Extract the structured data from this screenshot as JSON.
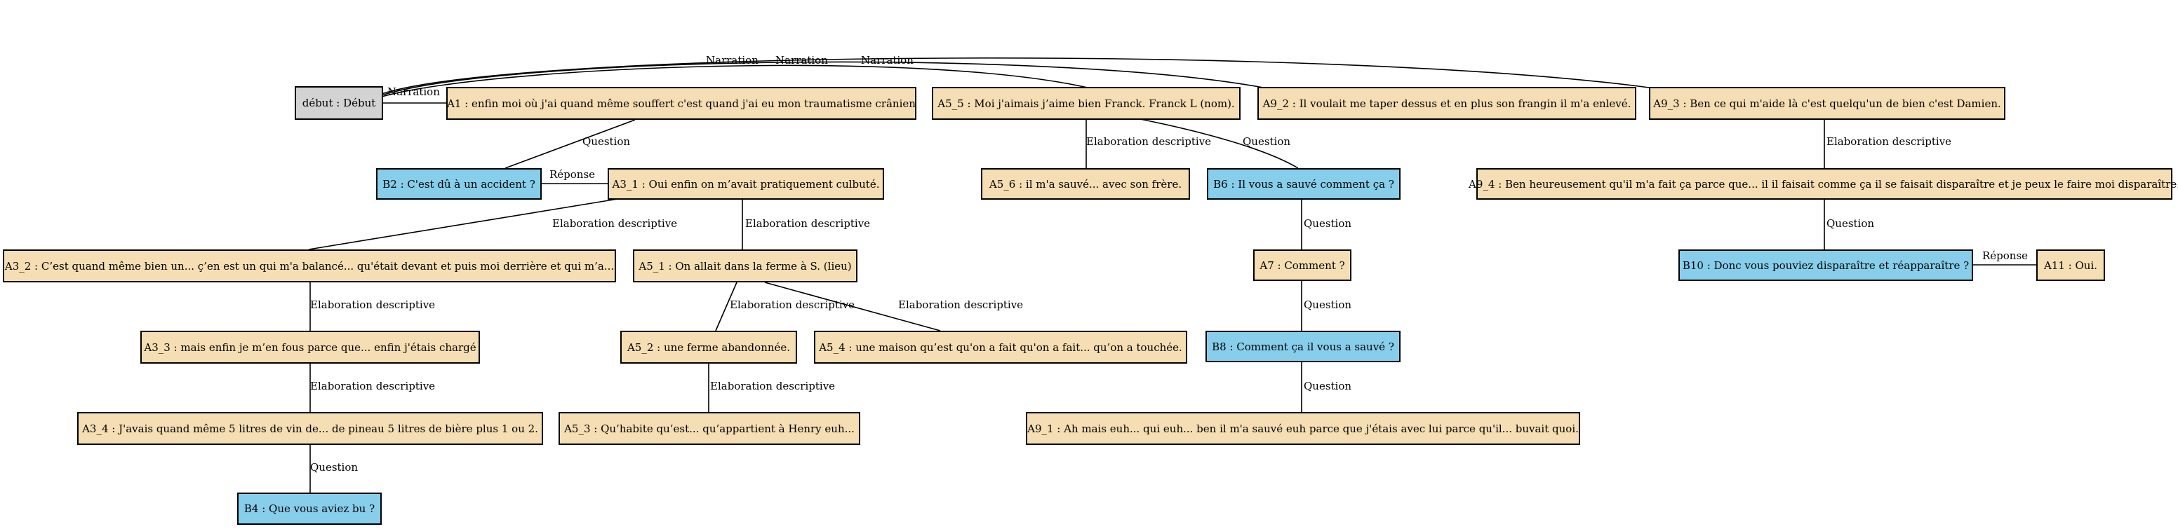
{
  "nodes": {
    "debut": "début : Début",
    "A1": "A1 : enfin moi où j'ai quand même souffert c'est quand j'ai eu mon traumatisme crânien",
    "A5_5": "A5_5 : Moi j'aimais j’aime bien Franck. Franck L (nom).",
    "A9_2": "A9_2 : Il voulait me taper dessus et en plus son frangin il m'a enlevé.",
    "A9_3": "A9_3 : Ben ce qui m'aide là c'est quelqu'un de bien c'est Damien.",
    "B2": "B2 : C'est dû à un accident ?",
    "A3_1": "A3_1 : Oui enfin on m’avait pratiquement culbuté.",
    "A5_6": "A5_6 : il m'a sauvé... avec son frère.",
    "B6": "B6 : Il vous a sauvé comment ça ?",
    "A9_4": "A9_4 : Ben heureusement qu'il m'a fait ça parce que... il il faisait comme ça il se faisait disparaître et je peux le faire moi disparaître.",
    "A3_2": "A3_2 : C’est quand même bien un...  ç’en est un qui m'a balancé... qu'était devant et puis moi derrière et qui m’a...",
    "A5_1": "A5_1 : On allait dans la ferme à S. (lieu)",
    "A7": "A7 : Comment ?",
    "B10": "B10 : Donc vous pouviez disparaître et réapparaître ?",
    "A11": "A11 : Oui.",
    "A3_3": "A3_3 : mais enfin je m’en fous parce que... enfin j'étais chargé",
    "A5_2": "A5_2 : une ferme abandonnée.",
    "A5_4": "A5_4 : une maison qu’est qu'on a fait qu'on a fait... qu’on a touchée.",
    "B8": "B8 : Comment ça il vous a sauvé ?",
    "A3_4": "A3_4 : J'avais quand même 5 litres de vin de... de  pineau 5 litres de bière plus 1 ou 2.",
    "A5_3": "A5_3 : Qu’habite qu’est... qu’appartient à Henry euh...",
    "A9_1": "A9_1 : Ah mais euh... qui euh... ben il m'a sauvé euh parce que j'étais avec lui parce qu'il... buvait quoi.",
    "B4": "B4 : Que vous aviez bu ?"
  },
  "edge_labels": {
    "narration": "Narration",
    "question": "Question",
    "reponse": "Réponse",
    "elaboration": "Elaboration descriptive"
  },
  "colors": {
    "participant_a": "#f5deb3",
    "participant_b": "#87ceeb",
    "start": "#d3d3d3",
    "stroke": "#000000"
  }
}
